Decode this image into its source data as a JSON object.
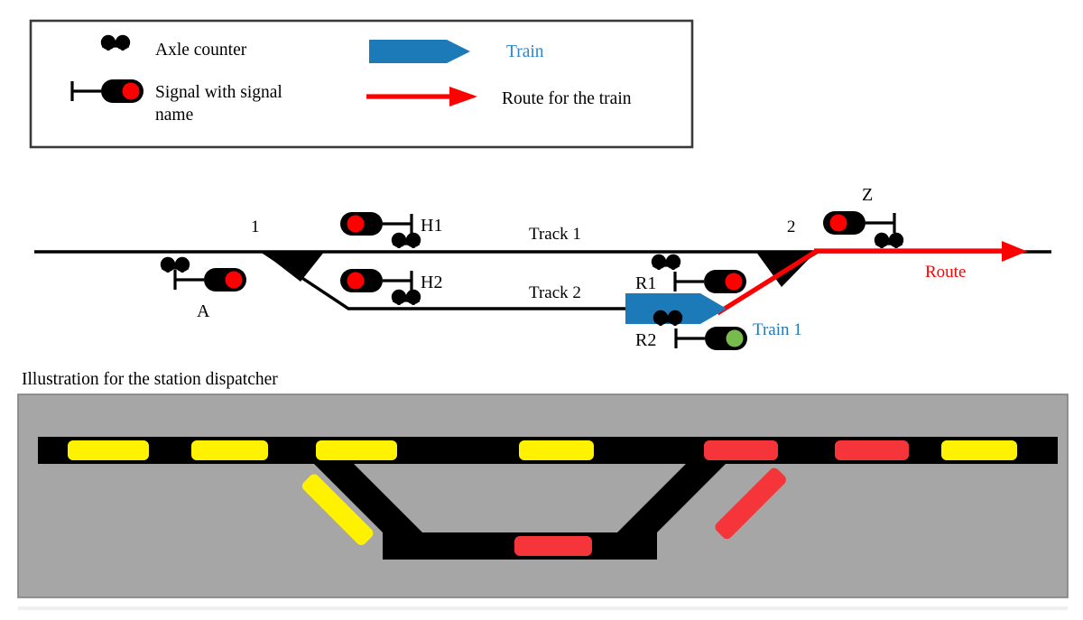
{
  "legend": {
    "items": [
      {
        "id": "axle-counter",
        "icon": "axle-counter-icon",
        "label": "Axle counter"
      },
      {
        "id": "signal",
        "icon": "signal-icon",
        "label": "Signal with signal name"
      },
      {
        "id": "train",
        "icon": "train-icon",
        "label": "Train"
      },
      {
        "id": "route",
        "icon": "route-arrow-icon",
        "label": "Route for the train"
      }
    ]
  },
  "diagram": {
    "track_labels": [
      {
        "id": "track-1",
        "text": "Track 1"
      },
      {
        "id": "track-2",
        "text": "Track 2"
      }
    ],
    "turnout_labels": [
      {
        "id": "turnout-1",
        "text": "1"
      },
      {
        "id": "turnout-2",
        "text": "2"
      }
    ],
    "signals": [
      {
        "id": "A",
        "name": "A",
        "aspect": "red",
        "orientation": "lamp-right"
      },
      {
        "id": "H1",
        "name": "H1",
        "aspect": "red",
        "orientation": "lamp-left"
      },
      {
        "id": "H2",
        "name": "H2",
        "aspect": "red",
        "orientation": "lamp-left"
      },
      {
        "id": "R1",
        "name": "R1",
        "aspect": "red",
        "orientation": "lamp-right"
      },
      {
        "id": "R2",
        "name": "R2",
        "aspect": "green",
        "orientation": "lamp-right"
      },
      {
        "id": "Z",
        "name": "Z",
        "aspect": "red",
        "orientation": "lamp-left"
      }
    ],
    "train": {
      "id": "train-1",
      "label": "Train 1",
      "on_track": "Track 2"
    },
    "route": {
      "id": "route",
      "label": "Route"
    }
  },
  "caption": {
    "text": "Illustration for the station dispatcher"
  },
  "panel": {
    "upper_track_segments": [
      {
        "index": 1,
        "color": "yellow"
      },
      {
        "index": 2,
        "color": "yellow"
      },
      {
        "index": 3,
        "color": "yellow"
      },
      {
        "index": 4,
        "color": "yellow"
      },
      {
        "index": 5,
        "color": "red"
      },
      {
        "index": 6,
        "color": "red"
      },
      {
        "index": 7,
        "color": "yellow"
      }
    ],
    "left_branch_segment": {
      "color": "yellow"
    },
    "lower_track_segment": {
      "color": "red"
    },
    "right_branch_segment": {
      "color": "red"
    }
  },
  "colors": {
    "signal_red": "#FF0000",
    "signal_green": "#76BB4B",
    "route_red": "#FF0000",
    "train_blue": "#1C7AB8",
    "legend_train_blue": "#2E86C8",
    "panel_background": "#a6a6a6",
    "panel_track": "#000000",
    "segment_yellow": "#FFF200",
    "segment_red": "#F6353A",
    "rail_black": "#000000"
  }
}
